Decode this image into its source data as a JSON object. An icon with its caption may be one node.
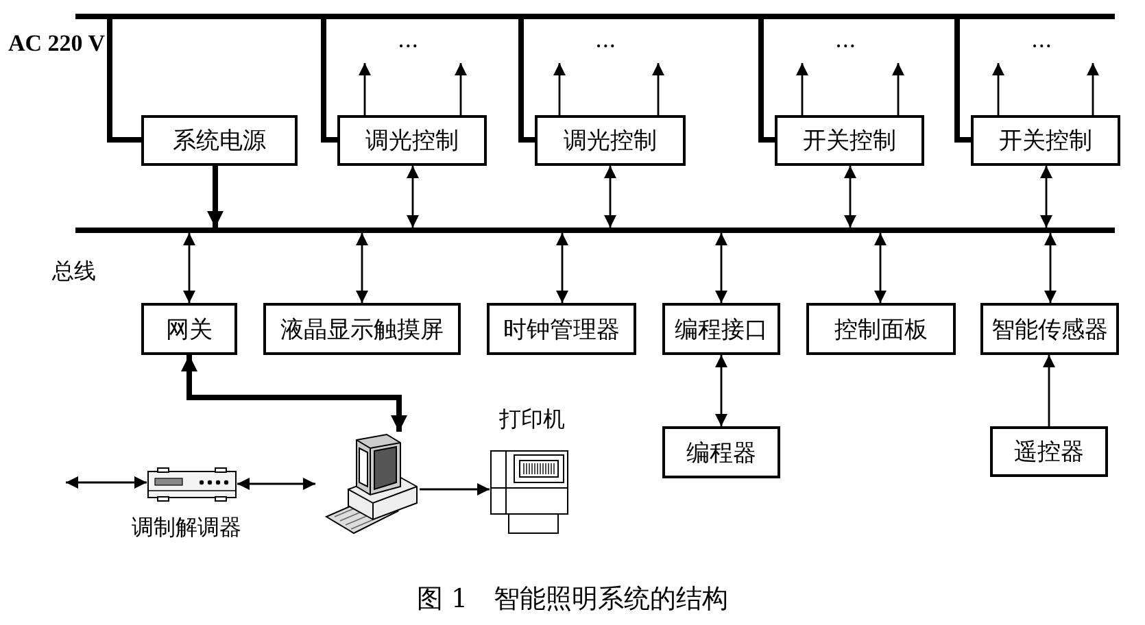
{
  "diagram": {
    "caption": "图 1　智能照明系统的结构",
    "nodes": [
      {
        "text": [],
        "shape": "bar",
        "beside": [
          "AC 220 V"
        ]
      },
      {
        "text": [
          "系统电源"
        ]
      },
      {
        "text": [
          "调光控制"
        ]
      },
      {
        "text": [
          "调光控制"
        ]
      },
      {
        "text": [
          "开关控制"
        ]
      },
      {
        "text": [
          "开关控制"
        ]
      },
      {
        "text": [],
        "shape": "bar",
        "beside": [
          "总线"
        ]
      },
      {
        "text": [
          "网关"
        ]
      },
      {
        "text": [
          "液晶显示触摸屏"
        ]
      },
      {
        "text": [
          "时钟管理器"
        ]
      },
      {
        "text": [
          "编程接口"
        ]
      },
      {
        "text": [
          "控制面板"
        ]
      },
      {
        "text": [
          "智能传感器"
        ]
      },
      {
        "text": [
          "编程器"
        ]
      },
      {
        "text": [
          "遥控器"
        ]
      },
      {
        "text": [],
        "shape": "picture"
      },
      {
        "text": [],
        "shape": "picture",
        "beside": [
          "打印机"
        ]
      },
      {
        "text": [],
        "shape": "picture",
        "beside": [
          "调制解调器"
        ]
      }
    ],
    "edges": [
      {
        "from": 0,
        "to": 1,
        "arrow": "none",
        "style": "thick"
      },
      {
        "from": 0,
        "to": 2,
        "arrow": "none",
        "style": "thick"
      },
      {
        "from": 0,
        "to": 3,
        "arrow": "none",
        "style": "thick"
      },
      {
        "from": 0,
        "to": 4,
        "arrow": "none",
        "style": "thick"
      },
      {
        "from": 0,
        "to": 5,
        "arrow": "none",
        "style": "thick"
      },
      {
        "from": 2,
        "to": null,
        "arrow": "to"
      },
      {
        "from": 2,
        "to": null,
        "arrow": "to"
      },
      {
        "from": 3,
        "to": null,
        "arrow": "to"
      },
      {
        "from": 3,
        "to": null,
        "arrow": "to"
      },
      {
        "from": 4,
        "to": null,
        "arrow": "to"
      },
      {
        "from": 4,
        "to": null,
        "arrow": "to"
      },
      {
        "from": 5,
        "to": null,
        "arrow": "to"
      },
      {
        "from": 5,
        "to": null,
        "arrow": "to"
      },
      {
        "from": 1,
        "to": 6,
        "arrow": "to",
        "style": "thick"
      },
      {
        "from": 2,
        "to": 6,
        "arrow": "both"
      },
      {
        "from": 3,
        "to": 6,
        "arrow": "both"
      },
      {
        "from": 4,
        "to": 6,
        "arrow": "both"
      },
      {
        "from": 5,
        "to": 6,
        "arrow": "both"
      },
      {
        "from": 6,
        "to": 7,
        "arrow": "both"
      },
      {
        "from": 6,
        "to": 8,
        "arrow": "both"
      },
      {
        "from": 6,
        "to": 9,
        "arrow": "both"
      },
      {
        "from": 6,
        "to": 10,
        "arrow": "both"
      },
      {
        "from": 6,
        "to": 11,
        "arrow": "both"
      },
      {
        "from": 6,
        "to": 12,
        "arrow": "both"
      },
      {
        "from": 10,
        "to": 13,
        "arrow": "both"
      },
      {
        "from": 14,
        "to": 12,
        "arrow": "to"
      },
      {
        "from": 7,
        "to": 15,
        "arrow": "both",
        "style": "thick"
      },
      {
        "from": 15,
        "to": 16,
        "arrow": "to"
      },
      {
        "from": 17,
        "to": 15,
        "arrow": "both"
      },
      {
        "from": null,
        "to": 17,
        "arrow": "both"
      }
    ],
    "labels": [
      "···",
      "···",
      "···",
      "···"
    ]
  }
}
